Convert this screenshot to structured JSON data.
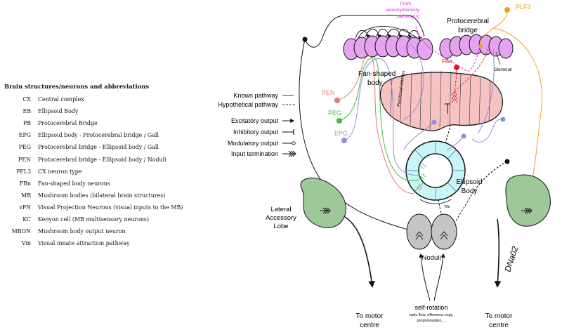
{
  "abbreviations": {
    "title": "Brain structures/neurons and abbreviations",
    "rows": [
      {
        "abbr": "CX",
        "full": "Central complex"
      },
      {
        "abbr": "EB",
        "full": "Ellipsoid Body"
      },
      {
        "abbr": "PB",
        "full": "Protocerebral Bridge"
      },
      {
        "abbr": "EPG",
        "full": "Ellipsoid body - Protocerebral bridge / Gall"
      },
      {
        "abbr": "PEG",
        "full": "Protocerebral bridge - Ellipsoid body / Gall"
      },
      {
        "abbr": "PEN",
        "full": "Protocerebral bridge - Ellipsoid body / Noduli"
      },
      {
        "abbr": "PFL3",
        "full": "CX neuron type"
      },
      {
        "abbr": "FBn",
        "full": "Fan-shaped body neurons"
      },
      {
        "abbr": "MB",
        "full": "Mushroom bodies (bilateral brain structures)"
      },
      {
        "abbr": "vPN",
        "full": "Visual Projection Neurons (visual inputs to the MB)"
      },
      {
        "abbr": "KC",
        "full": "Kenyon cell (MB multisensory neurons)"
      },
      {
        "abbr": "MBON",
        "full": "Mushroom body output neuron"
      },
      {
        "abbr": "Vin",
        "full": "Visual innate attraction pathway"
      }
    ]
  },
  "legend": {
    "known_pathway": "Known pathway",
    "hypothetical_pathway": "Hypothetical pathway",
    "excitatory_output": "Excitatory output",
    "inhibitory_output": "Inhibitory output",
    "modulatory_output": "Modulatory output",
    "input_termination": "Input termination"
  },
  "labels": {
    "from_line1": "From",
    "from_line2": "sensory/memory",
    "from_line3": "pathway(s)",
    "pb_line1": "Protocerebral",
    "pb_line2": "bridge",
    "plf3": "PLF3",
    "glomeruli": "Glomeruli",
    "fbn": "FBn",
    "fb_line1": "Fan-shaped",
    "fb_line2": "body",
    "functional_columns": "Functional columns",
    "pen": "PEN",
    "peg": "PEG",
    "epg": "EPG",
    "eb_line1": "Ellipsoid",
    "eb_line2": "Body",
    "tile": "Tile",
    "lal_line1": "Lateral",
    "lal_line2": "Accessory",
    "lal_line3": "Lobe",
    "dna02": "DNa02",
    "noduli": "Noduli",
    "self_rotation": "self-rotation",
    "self_rotation_sub1": "optic flow, efference copy,",
    "self_rotation_sub2": "proprioception,...",
    "motor_left_line1": "To motor",
    "motor_left_line2": "centre",
    "motor_right_line1": "To motor",
    "motor_right_line2": "centre"
  },
  "colors": {
    "pen": "#e07a74",
    "peg": "#3fbf3f",
    "epg": "#8f8fdc",
    "plf3": "#f0a020",
    "from_pathway": "#e020e0",
    "fbn": "#e01818",
    "pb_fill": "#e6a3f0",
    "fb_fill": "#f7c2c2",
    "eb_fill": "#c8f6f8",
    "lobe_fill": "#9ec79a",
    "noduli_fill": "#c4c4c4"
  }
}
